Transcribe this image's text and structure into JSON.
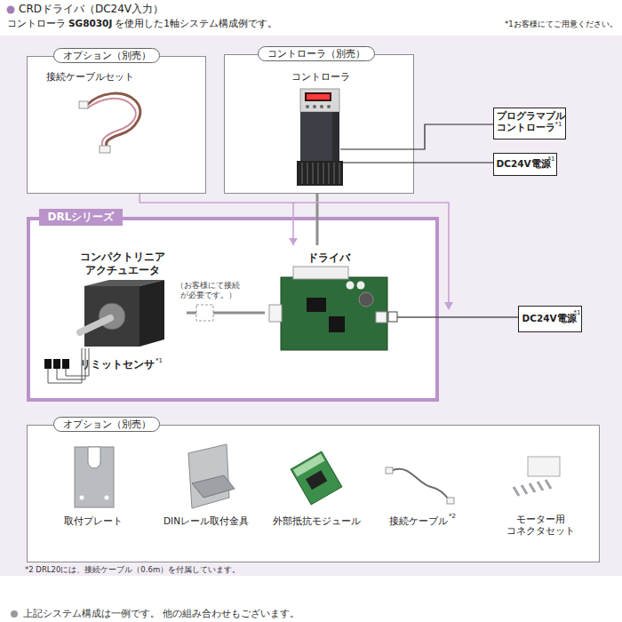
{
  "diagram": {
    "title": "CRDドライバ（DC24V入力）",
    "nodes": [
      {
        "text": [
          "オプション（別売）",
          "接続ケーブルセット"
        ]
      },
      {
        "text": [
          "コントローラ（別売）",
          "コントローラ"
        ]
      },
      {
        "text": [
          "プログラマブル コントローラ",
          "*1"
        ]
      },
      {
        "text": [
          "DC24V電源",
          "*1"
        ]
      },
      {
        "text": [
          "DRLシリーズ"
        ]
      },
      {
        "text": [
          "コンパクトリニア アクチュエータ"
        ],
        "in": 4
      },
      {
        "text": [
          "ドライバ"
        ],
        "in": 4
      },
      {
        "text": [
          "DC24V電源",
          "*1"
        ]
      },
      {
        "text": [
          "オプション（別売）",
          "取付プレート",
          "DINレール取付金具",
          "外部抵抗モジュール",
          "接続ケーブル",
          "*2",
          "モーター用 コネクタセット"
        ]
      }
    ],
    "edges": [
      {
        "from": 0,
        "to": 6,
        "arrow": "to"
      },
      {
        "from": 1,
        "to": 6,
        "arrow": "none"
      },
      {
        "from": 1,
        "to": 2,
        "arrow": "none"
      },
      {
        "from": 1,
        "to": 3,
        "arrow": "none"
      },
      {
        "from": 5,
        "to": 6,
        "arrow": "none"
      },
      {
        "from": 6,
        "to": 7,
        "arrow": "none"
      }
    ],
    "labels": [
      "コントローラ",
      "SG8030J",
      "を使用した1軸システム構成例です。",
      "*1お客様にてご用意ください。",
      "（お客様にて接続が必要です。）",
      "リミットセンサ",
      "*1",
      "*2 DRL20には、接続ケーブル（0.6m）を付属しています。",
      "上記システム構成は一例です。 他の組み合わせもございます。"
    ]
  }
}
